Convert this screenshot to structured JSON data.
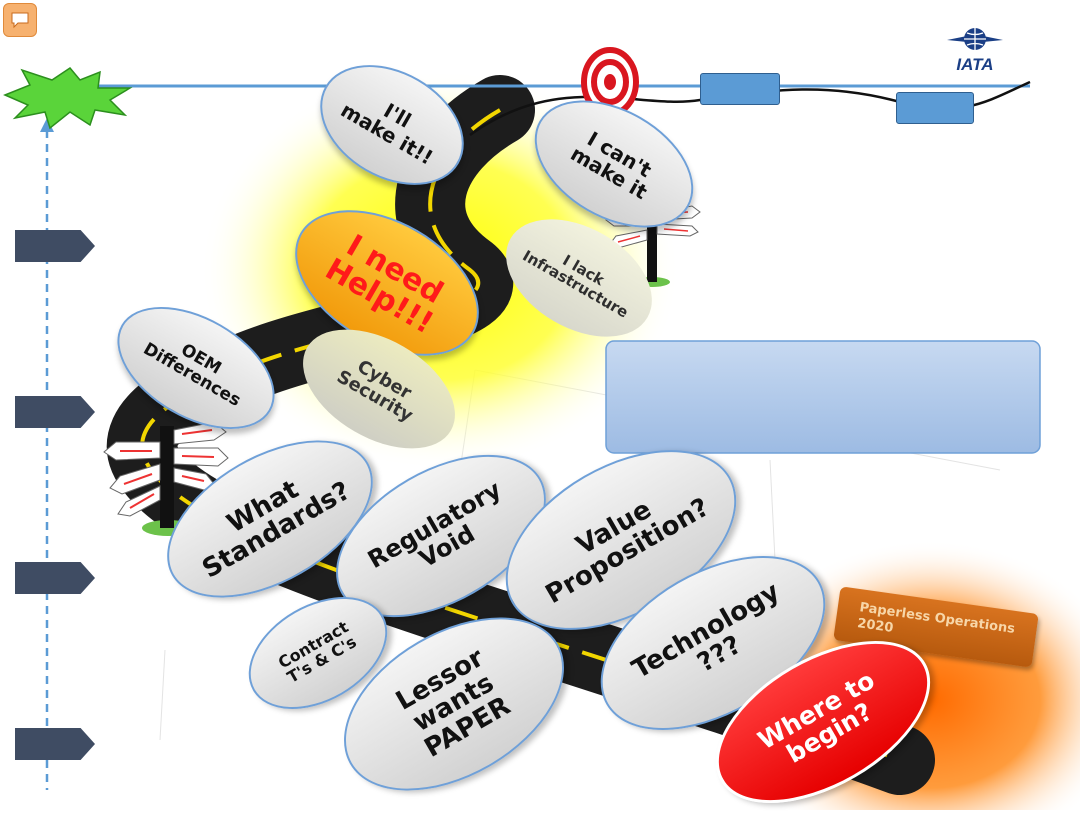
{
  "logo": {
    "text": "IATA",
    "color": "#1b3f86"
  },
  "banner": {
    "text": "Paperless Operations\n2020"
  },
  "bubbles": {
    "make_it": "I'll\nmake it!!",
    "cant_make_it": "I can't\nmake it",
    "need_help": "I need\nHelp!!!",
    "lack_infrastructure": "I lack\nInfrastructure",
    "oem": "OEM\nDifferences",
    "cyber": "Cyber\nSecurity",
    "standards": "What\nStandards?",
    "regulatory": "Regulatory\nVoid",
    "value": "Value\nProposition?",
    "technology": "Technology\n???",
    "contract": "Contract\nT's & C's",
    "lessor": "Lessor\nwants\nPAPER",
    "where": "Where to\nbegin?"
  },
  "colors": {
    "accent_blue": "#5b9bd5",
    "chevron": "#3f4c63",
    "help_orange": "#f5a623",
    "where_red": "#ff1a1a",
    "glow_yellow": "#ffff00",
    "glow_orange": "#ff6a00"
  },
  "icons": [
    "comment-icon",
    "burst-icon",
    "target-icon",
    "signpost-icon",
    "iata-globe-icon"
  ]
}
